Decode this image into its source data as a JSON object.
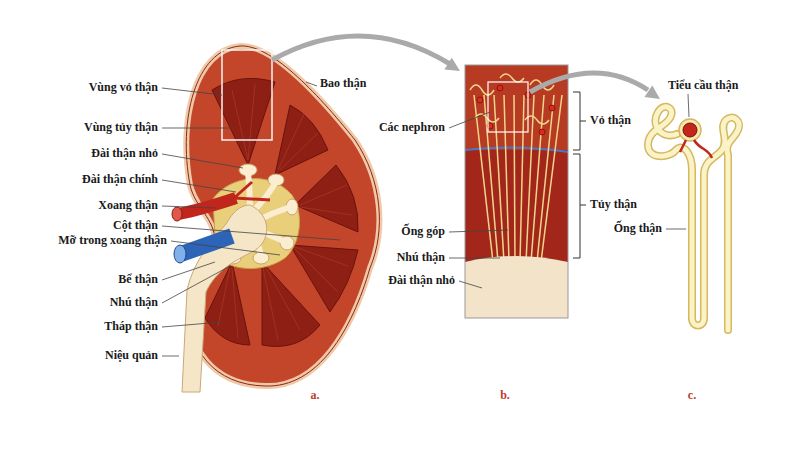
{
  "diagram": {
    "labels": [
      "Vùng vỏ thận",
      "Bao thận",
      "Vùng tủy thận",
      "Các nephron",
      "Vỏ thận",
      "Tiểu cầu thận",
      "Đài thận nhỏ",
      "Đài thận chính",
      "Xoang thận",
      "Tủy thận",
      "Ống góp",
      "Ống thận",
      "Cột thận",
      "Mỡ trong xoang thận",
      "Nhú thận",
      "Bể thận",
      "Đài thận nhỏ",
      "Nhú thận",
      "Tháp thận",
      "Niệu quản",
      "a.",
      "b.",
      "c."
    ]
  }
}
